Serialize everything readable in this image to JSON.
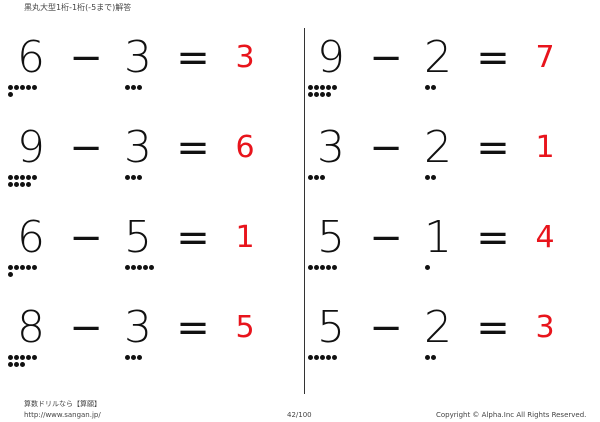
{
  "title": "黒丸大型1桁-1桁(-5まで)解答",
  "problems": [
    {
      "a": "6",
      "op": "−",
      "b": "3",
      "eq": "=",
      "answer": "3",
      "a_dots": 6,
      "b_dots": 3
    },
    {
      "a": "9",
      "op": "−",
      "b": "3",
      "eq": "=",
      "answer": "6",
      "a_dots": 9,
      "b_dots": 3
    },
    {
      "a": "6",
      "op": "−",
      "b": "5",
      "eq": "=",
      "answer": "1",
      "a_dots": 6,
      "b_dots": 5
    },
    {
      "a": "8",
      "op": "−",
      "b": "3",
      "eq": "=",
      "answer": "5",
      "a_dots": 8,
      "b_dots": 3
    },
    {
      "a": "9",
      "op": "−",
      "b": "2",
      "eq": "=",
      "answer": "7",
      "a_dots": 9,
      "b_dots": 2
    },
    {
      "a": "3",
      "op": "−",
      "b": "2",
      "eq": "=",
      "answer": "1",
      "a_dots": 3,
      "b_dots": 2
    },
    {
      "a": "5",
      "op": "−",
      "b": "1",
      "eq": "=",
      "answer": "4",
      "a_dots": 5,
      "b_dots": 1
    },
    {
      "a": "5",
      "op": "−",
      "b": "2",
      "eq": "=",
      "answer": "3",
      "a_dots": 5,
      "b_dots": 2
    }
  ],
  "footer": {
    "brand": "算数ドリルなら【算願】",
    "url": "http://www.sangan.jp/",
    "page": "42/100",
    "copyright": "Copyright © Alpha.Inc All Rights Reserved."
  },
  "colors": {
    "answer": "#e8141c"
  }
}
